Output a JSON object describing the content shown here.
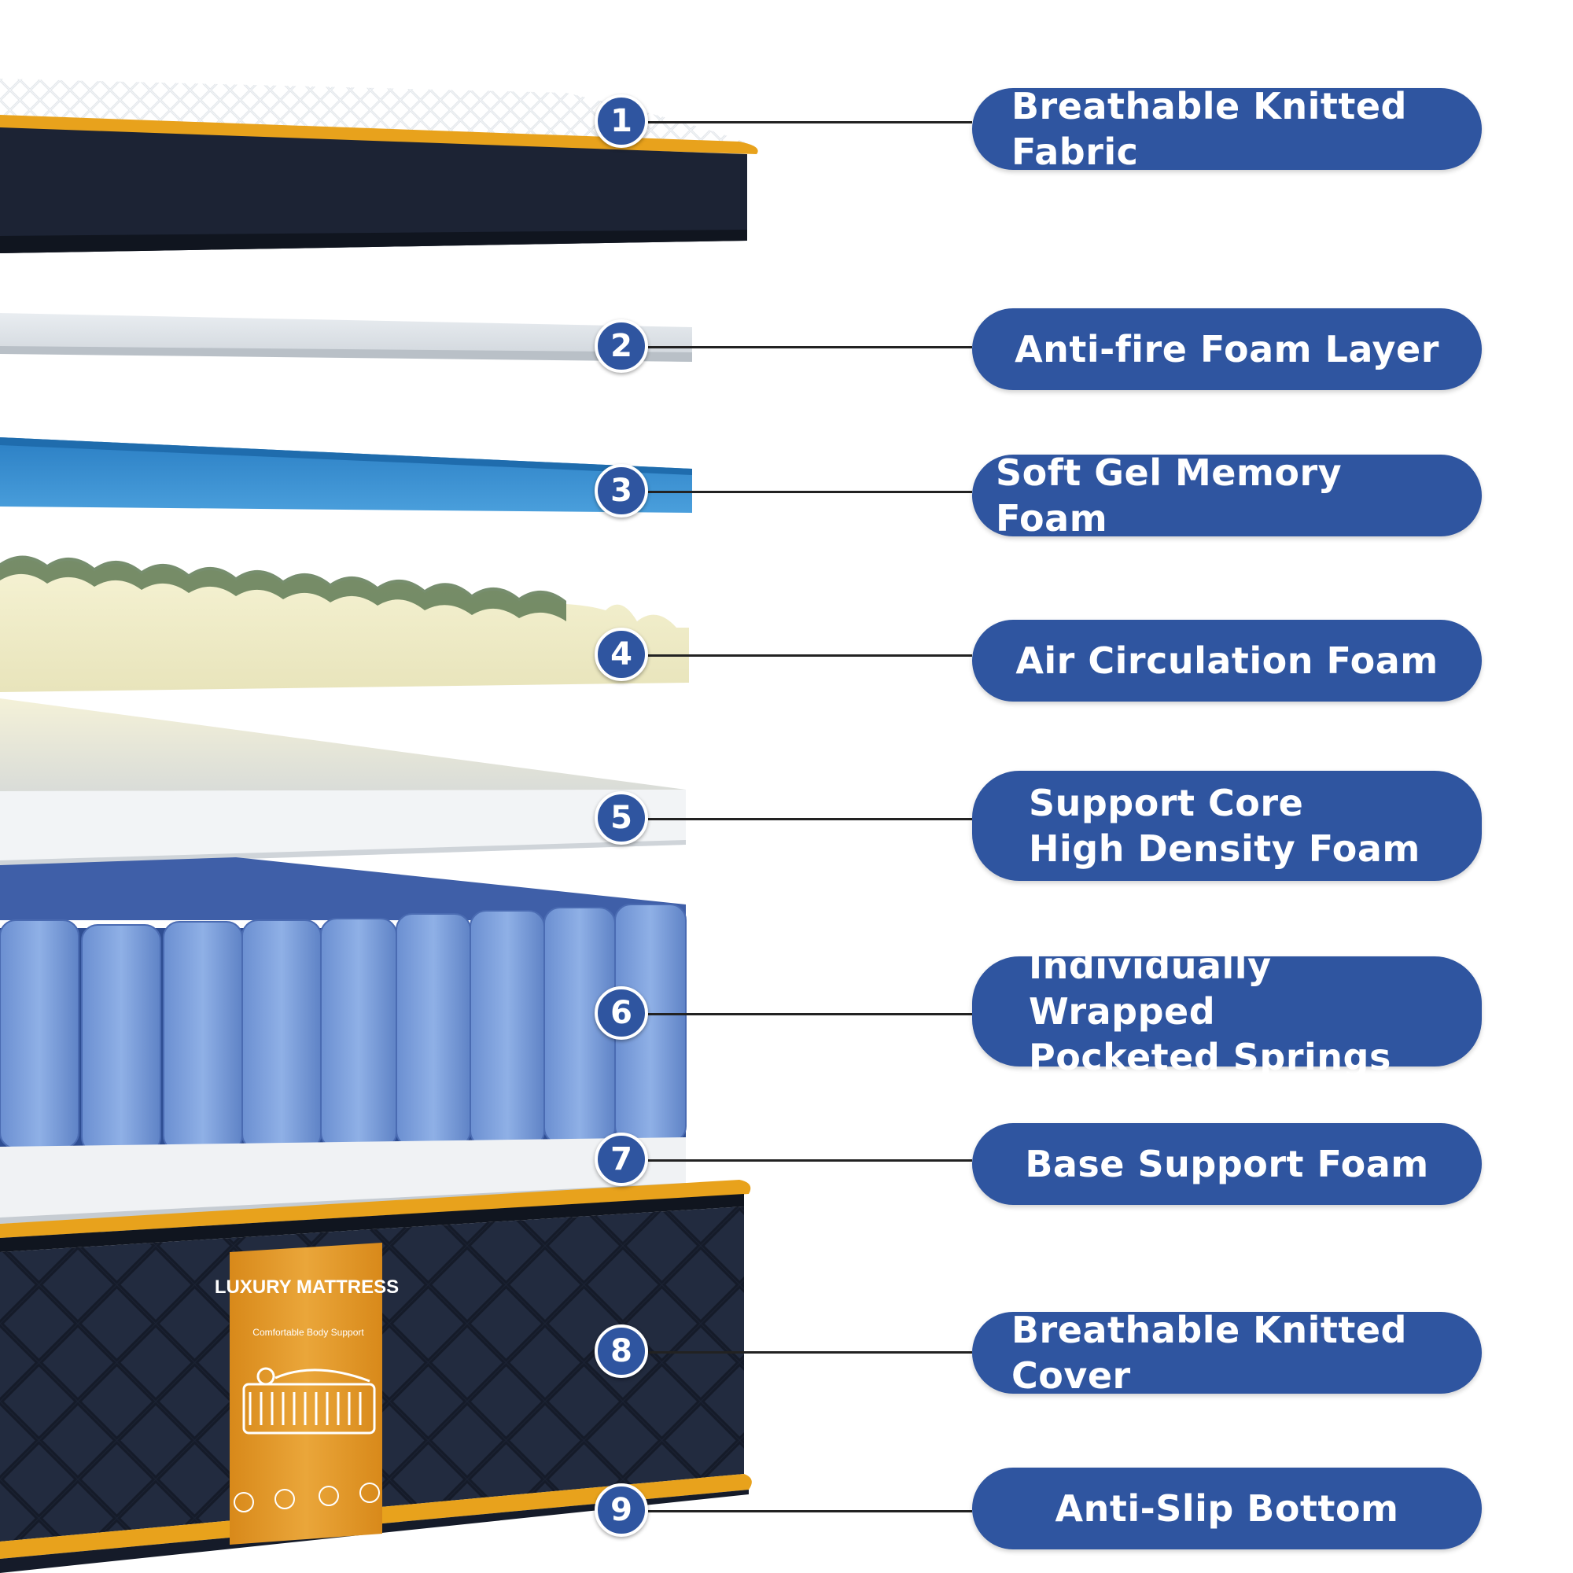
{
  "colors": {
    "accent_blue": "#2f55a0",
    "piping_orange": "#e8a21c",
    "cover_navy": "#1b2233",
    "gel_blue": "#3a8fd0",
    "spring_blue": "#7e9fd8",
    "foam_cream": "#ece9c4"
  },
  "layers": [
    {
      "number": "1",
      "label": "Breathable Knitted Fabric"
    },
    {
      "number": "2",
      "label": "Anti-fire Foam Layer"
    },
    {
      "number": "3",
      "label": "Soft Gel Memory Foam"
    },
    {
      "number": "4",
      "label": "Air Circulation Foam"
    },
    {
      "number": "5",
      "label": "Support Core\nHigh Density Foam"
    },
    {
      "number": "6",
      "label": "Individually Wrapped\nPocketed Springs"
    },
    {
      "number": "7",
      "label": "Base Support Foam"
    },
    {
      "number": "8",
      "label": "Breathable Knitted Cover"
    },
    {
      "number": "9",
      "label": "Anti-Slip Bottom"
    }
  ],
  "tag": {
    "title": "LUXURY MATTRESS",
    "subtitle": "Comfortable Body Support"
  }
}
